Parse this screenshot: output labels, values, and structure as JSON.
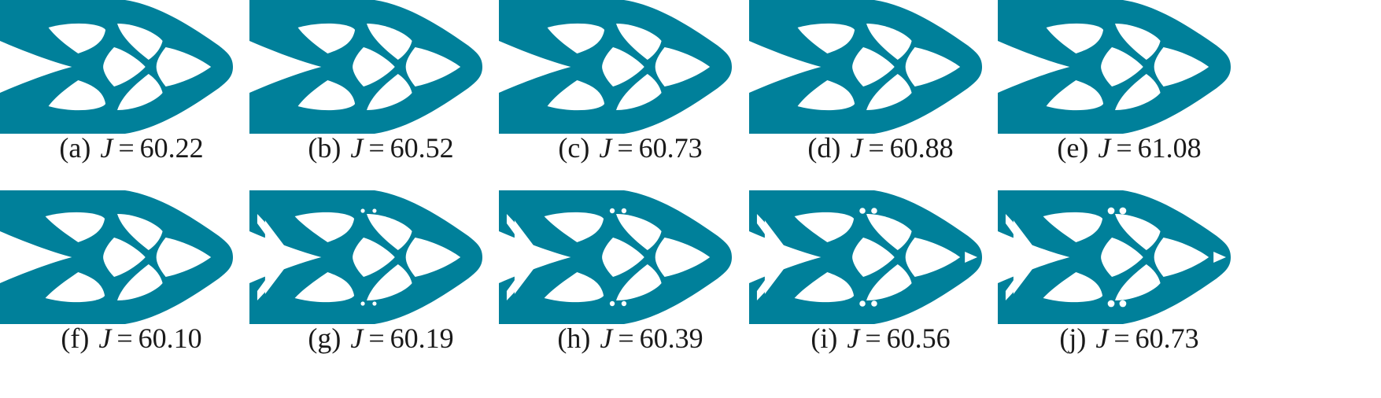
{
  "figure": {
    "color": "#00809a",
    "panels": [
      {
        "label": "(a)",
        "symbol": "J",
        "value": "60.22"
      },
      {
        "label": "(b)",
        "symbol": "J",
        "value": "60.52"
      },
      {
        "label": "(c)",
        "symbol": "J",
        "value": "60.73"
      },
      {
        "label": "(d)",
        "symbol": "J",
        "value": "60.88"
      },
      {
        "label": "(e)",
        "symbol": "J",
        "value": "61.08"
      },
      {
        "label": "(f)",
        "symbol": "J",
        "value": "60.10"
      },
      {
        "label": "(g)",
        "symbol": "J",
        "value": "60.19"
      },
      {
        "label": "(h)",
        "symbol": "J",
        "value": "60.39"
      },
      {
        "label": "(i)",
        "symbol": "J",
        "value": "60.56"
      },
      {
        "label": "(j)",
        "symbol": "J",
        "value": "60.73"
      }
    ]
  }
}
